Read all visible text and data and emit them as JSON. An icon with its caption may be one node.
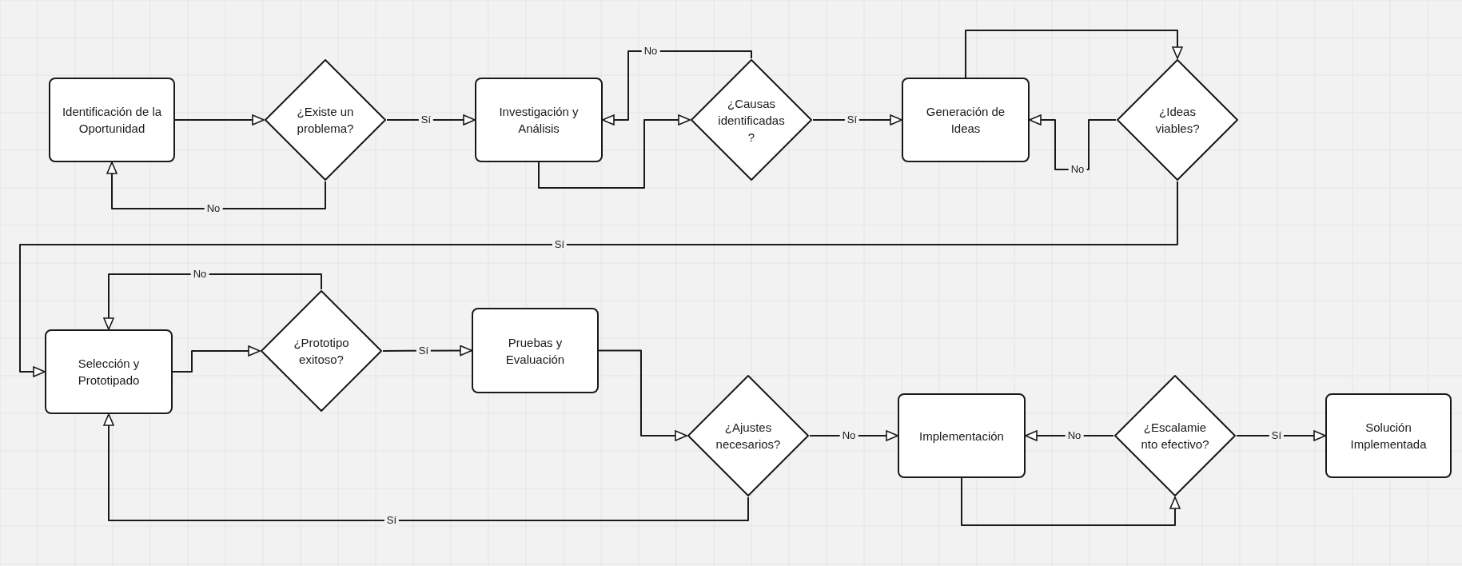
{
  "diagram": {
    "nodes": [
      {
        "text": [
          "Identificación de la Oportunidad"
        ]
      },
      {
        "text": [
          "¿Existe un problema?"
        ]
      },
      {
        "text": [
          "Investigación y Análisis"
        ]
      },
      {
        "text": [
          "¿Causas identificadas?"
        ]
      },
      {
        "text": [
          "Generación de Ideas"
        ]
      },
      {
        "text": [
          "¿Ideas viables?"
        ]
      },
      {
        "text": [
          "Selección y Prototipado"
        ]
      },
      {
        "text": [
          "¿Prototipo exitoso?"
        ]
      },
      {
        "text": [
          "Pruebas y Evaluación"
        ]
      },
      {
        "text": [
          "¿Ajustes necesarios?"
        ]
      },
      {
        "text": [
          "Implementación"
        ]
      },
      {
        "text": [
          "¿Escalamiento efectivo?"
        ]
      },
      {
        "text": [
          "Solución Implementada"
        ]
      }
    ],
    "edges": [
      {
        "from": 0,
        "to": 1,
        "arrow": "to"
      },
      {
        "from": 1,
        "to": 2,
        "arrow": "to",
        "label": "Sí"
      },
      {
        "from": 1,
        "to": 0,
        "arrow": "to",
        "label": "No"
      },
      {
        "from": 2,
        "to": 3,
        "arrow": "to"
      },
      {
        "from": 3,
        "to": 2,
        "arrow": "to",
        "label": "No"
      },
      {
        "from": 3,
        "to": 4,
        "arrow": "to",
        "label": "Sí"
      },
      {
        "from": 4,
        "to": 5,
        "arrow": "to"
      },
      {
        "from": 5,
        "to": 4,
        "arrow": "to",
        "label": "No"
      },
      {
        "from": 5,
        "to": 6,
        "arrow": "to",
        "label": "Sí"
      },
      {
        "from": 6,
        "to": 7,
        "arrow": "to"
      },
      {
        "from": 7,
        "to": 6,
        "arrow": "to",
        "label": "No"
      },
      {
        "from": 7,
        "to": 8,
        "arrow": "to",
        "label": "Sí"
      },
      {
        "from": 8,
        "to": 9,
        "arrow": "to"
      },
      {
        "from": 9,
        "to": 10,
        "arrow": "to",
        "label": "No"
      },
      {
        "from": 9,
        "to": 6,
        "arrow": "to",
        "label": "Sí"
      },
      {
        "from": 11,
        "to": 10,
        "arrow": "to",
        "label": "No"
      },
      {
        "from": 10,
        "to": 11,
        "arrow": "to"
      },
      {
        "from": 11,
        "to": 12,
        "arrow": "to",
        "label": "Sí"
      }
    ]
  }
}
